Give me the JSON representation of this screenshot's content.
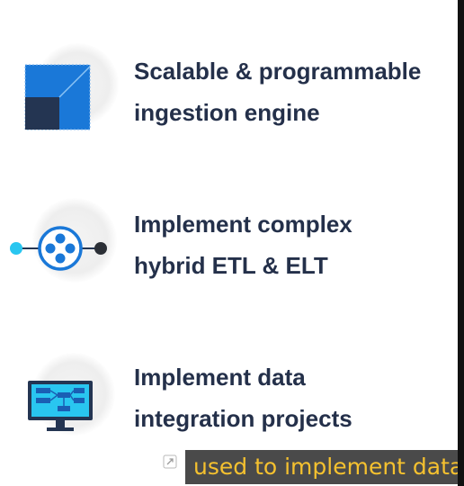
{
  "features": [
    {
      "icon": "ingestion-engine-icon",
      "lines": [
        "Scalable & programmable",
        "ingestion engine"
      ]
    },
    {
      "icon": "etl-pipeline-icon",
      "lines": [
        "Implement complex",
        "hybrid ETL & ELT"
      ]
    },
    {
      "icon": "monitor-diagram-icon",
      "lines": [
        "Implement data",
        "integration projects"
      ]
    }
  ],
  "caption": {
    "text": "used to implement data"
  },
  "colors": {
    "heading": "#24304a",
    "accent_blue": "#1a78d8",
    "dark_navy": "#243552",
    "cyan": "#29c6f0",
    "caption_text": "#f5c12f",
    "caption_bg": "#4a4a4a"
  }
}
